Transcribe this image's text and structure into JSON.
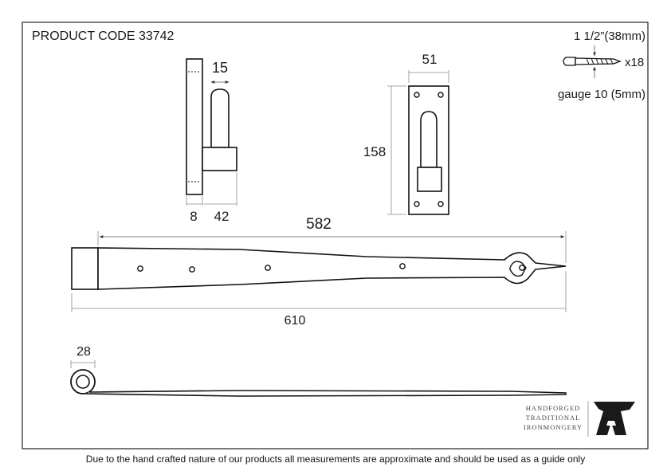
{
  "product_code": "PRODUCT CODE 33742",
  "screw": {
    "length": "1 1/2”(38mm)",
    "quantity": "x18",
    "gauge": "gauge 10 (5mm)"
  },
  "pintle_side_view": {
    "pin_diameter": "15",
    "plate_thickness": "8",
    "projection": "42"
  },
  "pintle_front_view": {
    "width": "51",
    "height": "158"
  },
  "strap_top_view": {
    "hole_to_tip": "582",
    "overall_length": "610"
  },
  "strap_side_view": {
    "knuckle_diameter": "28"
  },
  "brand": {
    "lines": [
      "HANDFORGED",
      "TRADITIONAL",
      "IRONMONGERY"
    ],
    "logo_icon": "anvil-icon"
  },
  "disclaimer": "Due to the hand crafted nature of our products all measurements are approximate and should be used as a guide only"
}
